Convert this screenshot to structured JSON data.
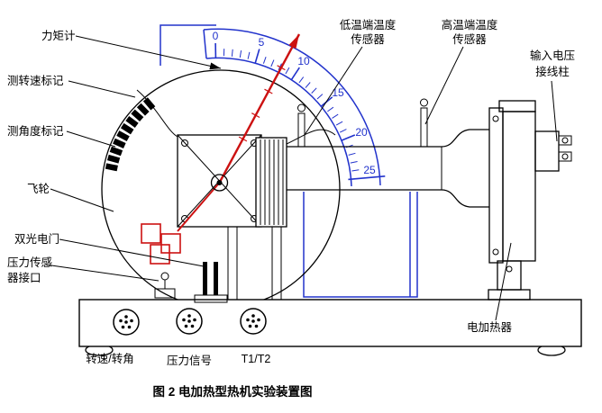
{
  "figure": {
    "caption": "图 2  电加热型热机实验装置图"
  },
  "callouts": {
    "torque_meter": "力矩计",
    "speed_mark": "测转速标记",
    "angle_mark": "测角度标记",
    "flywheel": "飞轮",
    "double_photogate": "双光电门",
    "pressure_port_line1": "压力传感",
    "pressure_port_line2": "器接口",
    "low_temp_line1": "低温端温度",
    "low_temp_line2": "传感器",
    "high_temp_line1": "高温端温度",
    "high_temp_line2": "传感器",
    "voltage_line1": "输入电压",
    "voltage_line2": "接线柱",
    "heater": "电加热器"
  },
  "sockets": {
    "speed_angle": "转速/转角",
    "pressure_signal": "压力信号",
    "temperature": "T1/T2"
  },
  "scale": {
    "ticks": [
      "0",
      "5",
      "10",
      "15",
      "20",
      "25"
    ]
  },
  "colors": {
    "scale_blue": "#2233cc",
    "pointer_red": "#cc1111",
    "ink": "#000000"
  }
}
